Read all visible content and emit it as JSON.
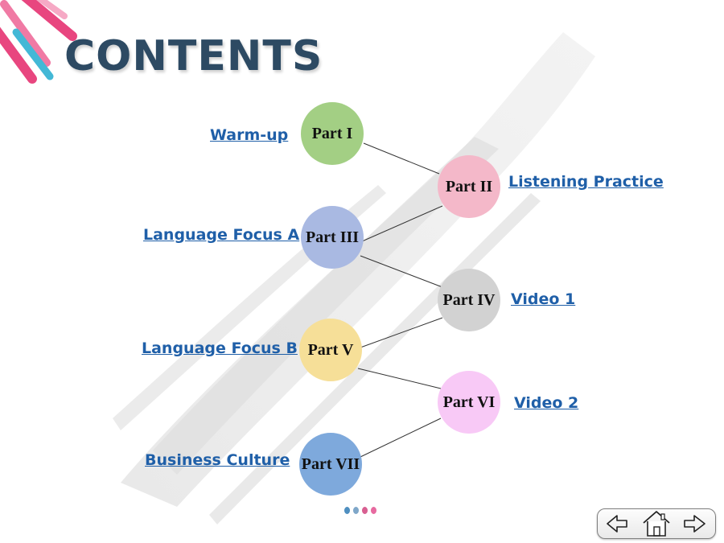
{
  "header": {
    "title": "CONTENTS"
  },
  "parts": [
    {
      "circle_label": "Part I",
      "link_text": "Warm-up",
      "color": "#a3cf84"
    },
    {
      "circle_label": "Part II",
      "link_text": "Listening Practice",
      "color": "#f4b8c9"
    },
    {
      "circle_label": "Part III",
      "link_text": "Language Focus A",
      "color": "#a9b9e2"
    },
    {
      "circle_label": "Part IV",
      "link_text": "Video 1",
      "color": "#d2d2d2"
    },
    {
      "circle_label": "Part V",
      "link_text": "Language Focus B",
      "color": "#f6df98"
    },
    {
      "circle_label": "Part VI",
      "link_text": "Video 2",
      "color": "#f8c9f6"
    },
    {
      "circle_label": "Part VII",
      "link_text": "Business Culture",
      "color": "#7ea9dc"
    }
  ],
  "pagination_dot_colors": [
    "#4f8fc0",
    "#7fa7c9",
    "#d85f91",
    "#e76aa0"
  ],
  "nav": {
    "back_icon": "arrow-left-icon",
    "home_icon": "home-icon",
    "forward_icon": "arrow-right-icon"
  },
  "colors": {
    "title": "#2d4a63",
    "link": "#1f5fa8",
    "accent_pink": "#e8467f",
    "accent_cyan": "#43b8d6"
  }
}
